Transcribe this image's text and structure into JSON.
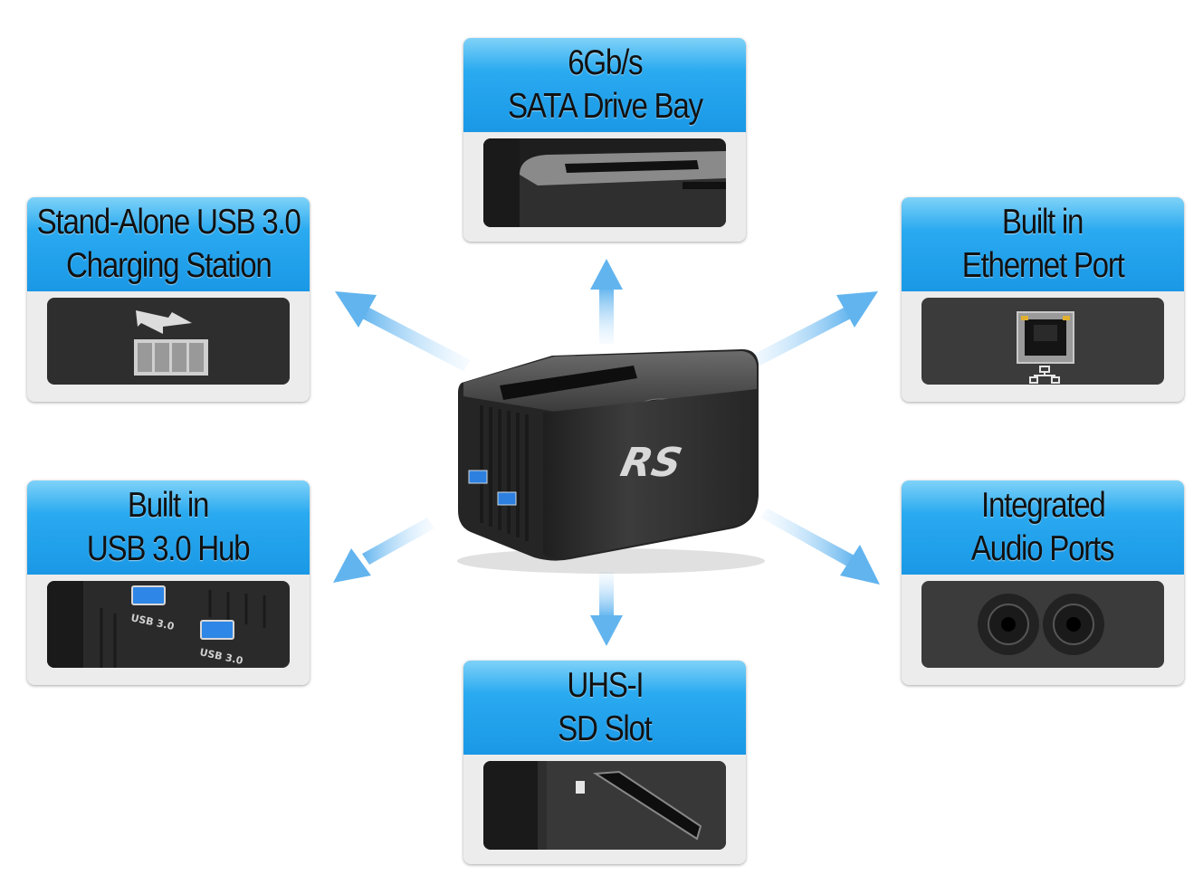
{
  "features": [
    {
      "id": "sata",
      "line1": "6Gb/s",
      "line2": "SATA Drive Bay",
      "icon": "drive-bay-icon"
    },
    {
      "id": "charging",
      "line1": "Stand-Alone USB 3.0",
      "line2": "Charging Station",
      "icon": "charging-battery-icon"
    },
    {
      "id": "ethernet",
      "line1": "Built in",
      "line2": "Ethernet Port",
      "icon": "ethernet-port-icon"
    },
    {
      "id": "usb-hub",
      "line1": "Built in",
      "line2": "USB 3.0 Hub",
      "icon": "usb-port-icon",
      "port_labels": [
        "USB 3.0",
        "USB 3.0"
      ]
    },
    {
      "id": "audio",
      "line1": "Integrated",
      "line2": "Audio Ports",
      "icon": "audio-jack-icon"
    },
    {
      "id": "sd",
      "line1": "UHS-I",
      "line2": "SD Slot",
      "icon": "sd-slot-icon"
    }
  ],
  "product": {
    "logo_text": "RS"
  },
  "colors": {
    "header_blue": "#1a98e6",
    "header_light": "#7fd2f8",
    "arrow": "#8ccbf2",
    "dock": "#2b2b2b"
  }
}
